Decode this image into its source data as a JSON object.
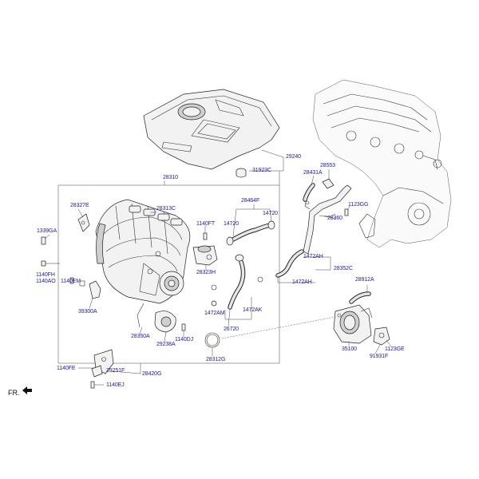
{
  "callouts": [
    {
      "id": "29240",
      "text": "29240"
    },
    {
      "id": "31923C",
      "text": "31923C"
    },
    {
      "id": "28553",
      "text": "28553"
    },
    {
      "id": "28431A",
      "text": "28431A"
    },
    {
      "id": "28310",
      "text": "28310"
    },
    {
      "id": "28464F",
      "text": "28464F"
    },
    {
      "id": "1123GG",
      "text": "1123GG"
    },
    {
      "id": "28327E",
      "text": "28327E"
    },
    {
      "id": "28313C",
      "text": "28313C"
    },
    {
      "id": "14720a",
      "text": "14720"
    },
    {
      "id": "14720b",
      "text": "14720"
    },
    {
      "id": "28360",
      "text": "28360"
    },
    {
      "id": "1339GA",
      "text": "1339GA"
    },
    {
      "id": "1140FT",
      "text": "1140FT"
    },
    {
      "id": "1472AHa",
      "text": "1472AH"
    },
    {
      "id": "28352C",
      "text": "28352C"
    },
    {
      "id": "28323H",
      "text": "28323H"
    },
    {
      "id": "1140FH",
      "text": "1140FH"
    },
    {
      "id": "1140AO",
      "text": "1140AO"
    },
    {
      "id": "1140EM",
      "text": "1140EM"
    },
    {
      "id": "1472AHb",
      "text": "1472AH"
    },
    {
      "id": "28912A",
      "text": "28912A"
    },
    {
      "id": "39300A",
      "text": "39300A"
    },
    {
      "id": "1472AM",
      "text": "1472AM"
    },
    {
      "id": "1472AK",
      "text": "1472AK"
    },
    {
      "id": "28350A",
      "text": "28350A"
    },
    {
      "id": "26720",
      "text": "26720"
    },
    {
      "id": "1140DJ",
      "text": "1140DJ"
    },
    {
      "id": "29238A",
      "text": "29238A"
    },
    {
      "id": "35100",
      "text": "35100"
    },
    {
      "id": "1123GE",
      "text": "1123GE"
    },
    {
      "id": "28312G",
      "text": "28312G"
    },
    {
      "id": "91931F",
      "text": "91931F"
    },
    {
      "id": "1140FE",
      "text": "1140FE"
    },
    {
      "id": "39251F",
      "text": "39251F"
    },
    {
      "id": "28420G",
      "text": "28420G"
    },
    {
      "id": "1140EJ",
      "text": "1140EJ"
    }
  ],
  "direction_marker": "FR.",
  "colors": {
    "callout_text": "#1a1aa8",
    "line_art": "#222222",
    "background": "#ffffff"
  },
  "icons": {
    "direction_marker": "front-arrow-icon"
  }
}
